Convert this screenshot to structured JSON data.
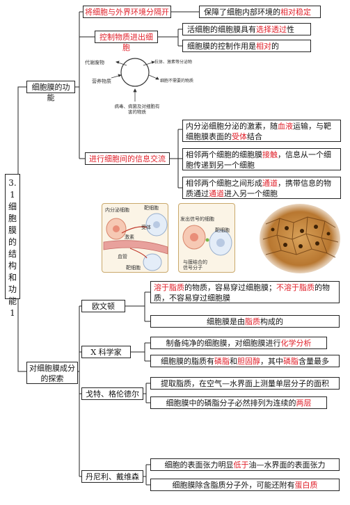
{
  "root": {
    "title": "3.1 细胞膜的结构和功能 1"
  },
  "function_branch": {
    "title": "细胞膜的功能",
    "items": [
      {
        "title": "将细胞与外界环境分隔开",
        "details": [
          {
            "parts": [
              {
                "t": "保障了细胞内部环境的"
              },
              {
                "t": "相对稳定",
                "red": true
              }
            ]
          }
        ]
      },
      {
        "title": "控制物质进出细胞",
        "details": [
          {
            "parts": [
              {
                "t": "活细胞的细胞膜具有"
              },
              {
                "t": "选择透过",
                "red": true
              },
              {
                "t": "性"
              }
            ]
          },
          {
            "parts": [
              {
                "t": "细胞膜的控制作用是"
              },
              {
                "t": "相对",
                "red": true
              },
              {
                "t": "的"
              }
            ]
          }
        ]
      },
      {
        "title": "进行细胞间的信息交流",
        "details": [
          {
            "parts": [
              {
                "t": "内分泌细胞分泌的激素，随"
              },
              {
                "t": "血液",
                "red": true
              },
              {
                "t": "运输，与靶细胞膜表面的"
              },
              {
                "t": "受体",
                "red": true
              },
              {
                "t": "结合"
              }
            ]
          },
          {
            "parts": [
              {
                "t": "相邻两个细胞的细胞膜"
              },
              {
                "t": "接触",
                "red": true
              },
              {
                "t": "，信息从一个细胞传递到另一个细胞"
              }
            ]
          },
          {
            "parts": [
              {
                "t": "相邻两个细胞之间形成"
              },
              {
                "t": "通道",
                "red": true
              },
              {
                "t": "，携带信息的物质通过"
              },
              {
                "t": "通道",
                "red": true
              },
              {
                "t": "进入另一个细胞"
              }
            ]
          }
        ]
      }
    ]
  },
  "cell_diagram": {
    "labels": {
      "top_left": "代谢废物",
      "top_right": "抗体、激素等分泌物",
      "left": "营养物质",
      "right": "细胞不需要的物质",
      "bottom": "病毒、病菌及对细胞有害的物质"
    }
  },
  "figures": {
    "fig1": {
      "labels": {
        "secretory": "内分泌细胞",
        "target": "靶细胞",
        "receptor": "受体",
        "hormone": "激素",
        "vessel": "血管",
        "target2": "靶细胞"
      }
    },
    "fig2": {
      "labels": {
        "signal": "发出信号的细胞",
        "target": "靶细胞",
        "molecule": "与膜结合的信号分子"
      }
    }
  },
  "exploration_branch": {
    "title": "对细胞膜成分的探索",
    "scientists": [
      {
        "name": "欧文顿",
        "details": [
          {
            "parts": [
              {
                "t": "溶于脂质",
                "red": true
              },
              {
                "t": "的物质，容易穿过细胞膜；"
              },
              {
                "t": "不溶于脂质",
                "red": true
              },
              {
                "t": "的物质，不容易穿过细胞膜"
              }
            ]
          },
          {
            "parts": [
              {
                "t": "细胞膜是由"
              },
              {
                "t": "脂质",
                "red": true
              },
              {
                "t": "构成的"
              }
            ]
          }
        ]
      },
      {
        "name": "X 科学家",
        "details": [
          {
            "parts": [
              {
                "t": "制备纯净的细胞膜，对细胞膜进行"
              },
              {
                "t": "化学分析",
                "red": true
              }
            ]
          },
          {
            "parts": [
              {
                "t": "细胞膜的脂质有"
              },
              {
                "t": "磷脂",
                "red": true
              },
              {
                "t": "和"
              },
              {
                "t": "胆固醇",
                "red": true
              },
              {
                "t": "，其中"
              },
              {
                "t": "磷脂",
                "red": true
              },
              {
                "t": "含量最多"
              }
            ]
          }
        ]
      },
      {
        "name": "戈特、格伦德尔",
        "details": [
          {
            "parts": [
              {
                "t": "提取脂质，在空气—水界面上测量单层分子的面积"
              }
            ]
          },
          {
            "parts": [
              {
                "t": "细胞膜中的磷脂分子必然排列为连续的"
              },
              {
                "t": "两层",
                "red": true
              }
            ]
          }
        ]
      },
      {
        "name": "丹尼利、戴维森",
        "details": [
          {
            "parts": [
              {
                "t": "细胞的表面张力明显"
              },
              {
                "t": "低于",
                "red": true
              },
              {
                "t": "油—水界面的表面张力"
              }
            ]
          },
          {
            "parts": [
              {
                "t": "细胞膜除含脂质分子外，可能还附有"
              },
              {
                "t": "蛋白质",
                "red": true
              }
            ]
          }
        ]
      }
    ]
  }
}
